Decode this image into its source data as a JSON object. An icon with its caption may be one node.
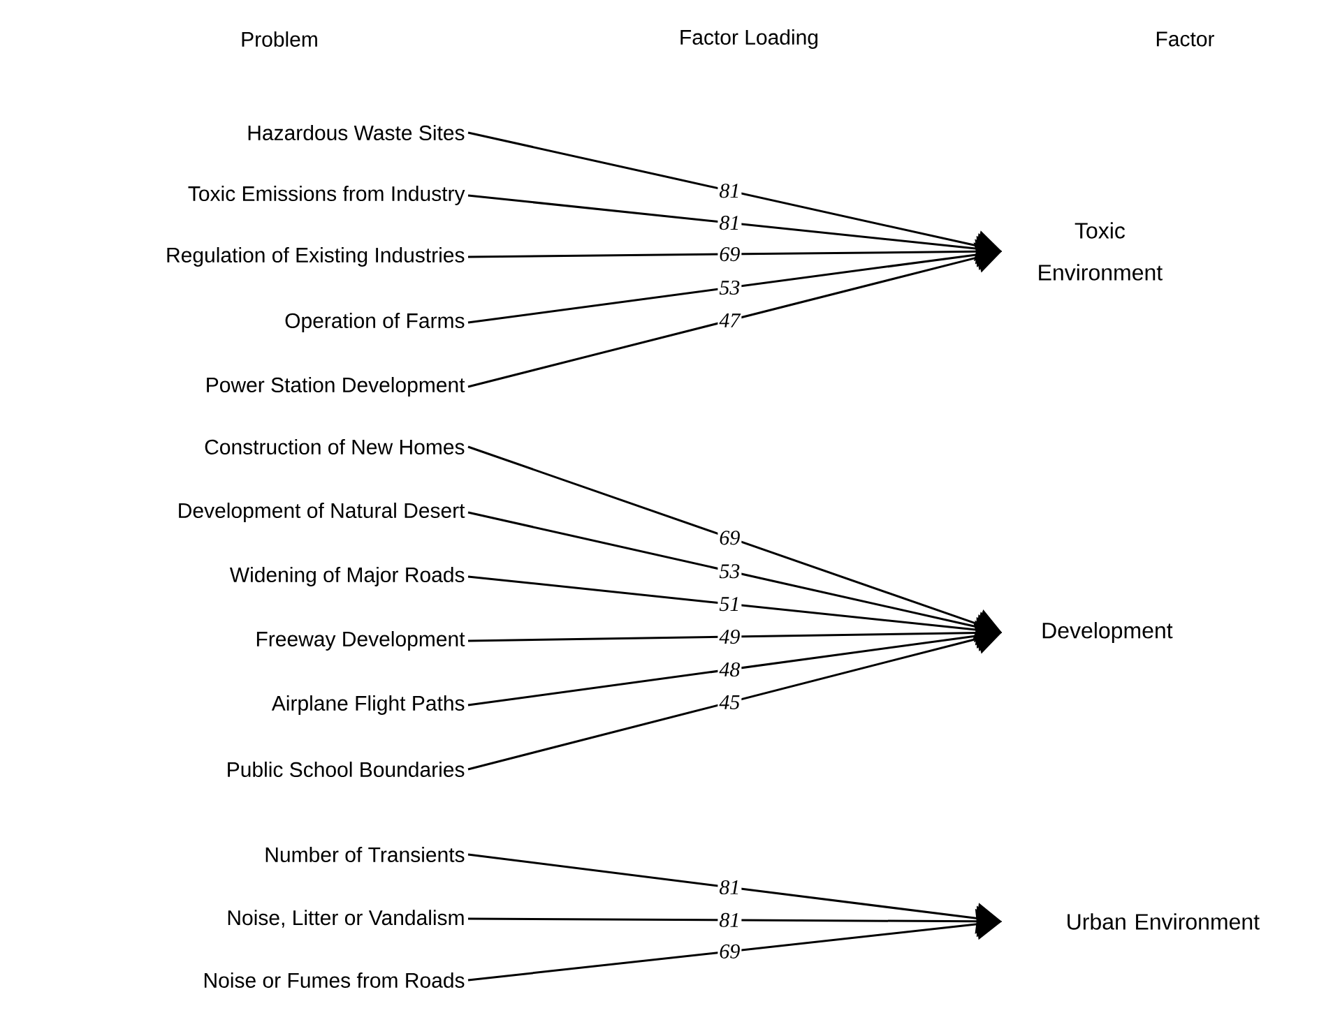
{
  "diagram": {
    "nodes": [
      {
        "text": [
          "Hazardous Waste Sites"
        ]
      },
      {
        "text": [
          "Toxic Emissions from Industry"
        ]
      },
      {
        "text": [
          "Regulation of Existing Industries"
        ]
      },
      {
        "text": [
          "Operation of Farms"
        ]
      },
      {
        "text": [
          "Power Station Development"
        ]
      },
      {
        "text": [
          "Construction of New Homes"
        ]
      },
      {
        "text": [
          "Development of Natural Desert"
        ]
      },
      {
        "text": [
          "Widening of Major Roads"
        ]
      },
      {
        "text": [
          "Freeway Development"
        ]
      },
      {
        "text": [
          "Airplane Flight Paths"
        ]
      },
      {
        "text": [
          "Public School Boundaries"
        ]
      },
      {
        "text": [
          "Number of Transients"
        ]
      },
      {
        "text": [
          "Noise, Litter or Vandalism"
        ]
      },
      {
        "text": [
          "Noise or Fumes from Roads"
        ]
      },
      {
        "text": [
          "Toxic Environment"
        ]
      },
      {
        "text": [
          "Development"
        ]
      },
      {
        "text": [
          "Urban Environment"
        ]
      }
    ],
    "edges": [
      {
        "from": 0,
        "to": 14,
        "arrow": "to",
        "label": "81"
      },
      {
        "from": 1,
        "to": 14,
        "arrow": "to",
        "label": "81"
      },
      {
        "from": 2,
        "to": 14,
        "arrow": "to",
        "label": "69"
      },
      {
        "from": 3,
        "to": 14,
        "arrow": "to",
        "label": "53"
      },
      {
        "from": 4,
        "to": 14,
        "arrow": "to",
        "label": "47"
      },
      {
        "from": 5,
        "to": 15,
        "arrow": "to",
        "label": "69"
      },
      {
        "from": 6,
        "to": 15,
        "arrow": "to",
        "label": "53"
      },
      {
        "from": 7,
        "to": 15,
        "arrow": "to",
        "label": "51"
      },
      {
        "from": 8,
        "to": 15,
        "arrow": "to",
        "label": "49"
      },
      {
        "from": 9,
        "to": 15,
        "arrow": "to",
        "label": "48"
      },
      {
        "from": 10,
        "to": 15,
        "arrow": "to",
        "label": "45"
      },
      {
        "from": 11,
        "to": 16,
        "arrow": "to",
        "label": "81"
      },
      {
        "from": 12,
        "to": 16,
        "arrow": "to",
        "label": "81"
      },
      {
        "from": 13,
        "to": 16,
        "arrow": "to",
        "label": "69"
      }
    ],
    "labels": [
      "Problem",
      "Factor Loading",
      "Factor"
    ]
  }
}
